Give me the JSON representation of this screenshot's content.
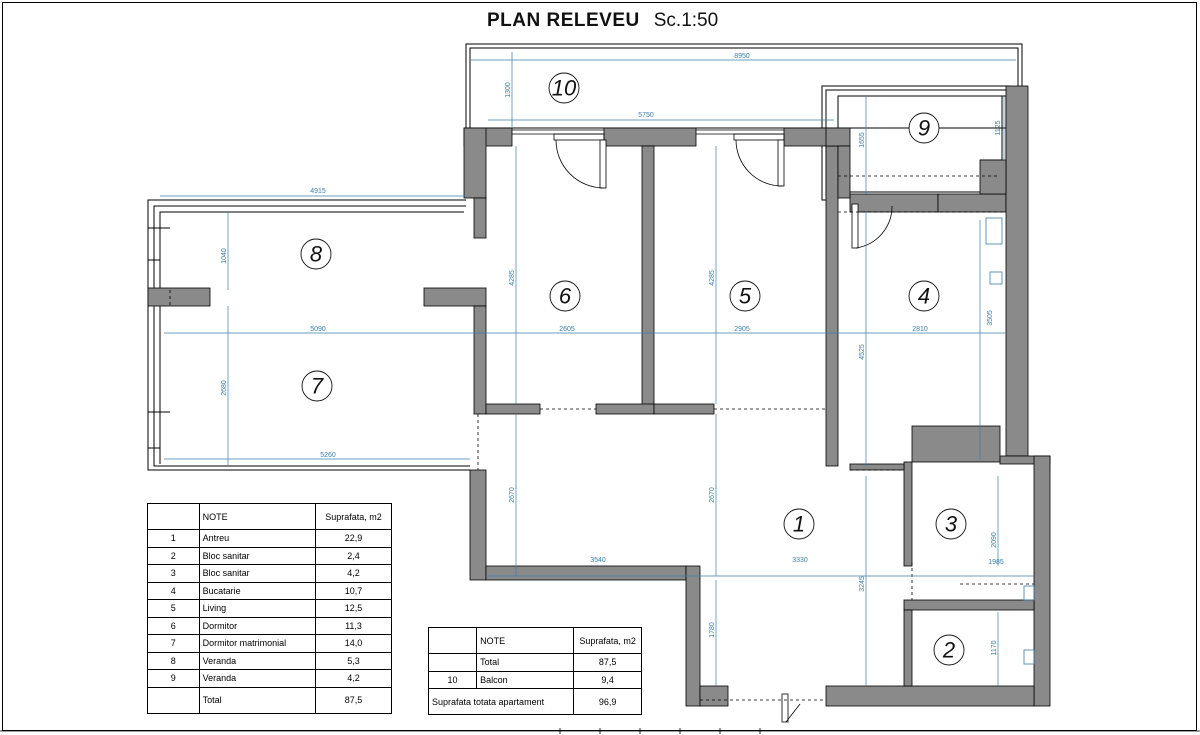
{
  "title": {
    "main": "PLAN RELEVEU",
    "scale": "Sc.1:50"
  },
  "colors": {
    "wall": "#7a7a7a",
    "dimension": "#3a7fa8",
    "line": "#000000"
  },
  "rooms": [
    {
      "number": "1"
    },
    {
      "number": "2"
    },
    {
      "number": "3"
    },
    {
      "number": "4"
    },
    {
      "number": "5"
    },
    {
      "number": "6"
    },
    {
      "number": "7"
    },
    {
      "number": "8"
    },
    {
      "number": "9"
    },
    {
      "number": "10"
    }
  ],
  "dimensions": {
    "d8950": "8950",
    "d1300": "1300",
    "d5750": "5750",
    "d1655": "1655",
    "d1125": "1125",
    "d4915": "4915",
    "d1040": "1040",
    "d4285a": "4285",
    "d4285b": "4285",
    "d4525": "4525",
    "d3505": "3505",
    "d5090": "5090",
    "d2605": "2605",
    "d2905": "2905",
    "d2810": "2810",
    "d2680": "2680",
    "d5260": "5260",
    "d2670a": "2670",
    "d2670b": "2670",
    "d3540": "3540",
    "d3330": "3330",
    "d1985": "1985",
    "d2090": "2090",
    "d3245": "3245",
    "d1780": "1780",
    "d1170": "1170"
  },
  "table1": {
    "header": {
      "col2": "NOTE",
      "col3": "Suprafata, m2"
    },
    "rows": [
      {
        "nr": "1",
        "name": "Antreu",
        "area": "22,9"
      },
      {
        "nr": "2",
        "name": "Bloc sanitar",
        "area": "2,4"
      },
      {
        "nr": "3",
        "name": "Bloc sanitar",
        "area": "4,2"
      },
      {
        "nr": "4",
        "name": "Bucatarie",
        "area": "10,7"
      },
      {
        "nr": "5",
        "name": "Living",
        "area": "12,5"
      },
      {
        "nr": "6",
        "name": "Dormitor",
        "area": "11,3"
      },
      {
        "nr": "7",
        "name": "Dormitor matrimonial",
        "area": "14,0"
      },
      {
        "nr": "8",
        "name": "Veranda",
        "area": "5,3"
      },
      {
        "nr": "9",
        "name": "Veranda",
        "area": "4,2"
      }
    ],
    "total": {
      "label": "Total",
      "area": "87,5"
    }
  },
  "table2": {
    "header": {
      "col2": "NOTE",
      "col3": "Suprafata, m2"
    },
    "rows": [
      {
        "nr": "",
        "name": "Total",
        "area": "87,5"
      },
      {
        "nr": "10",
        "name": "Balcon",
        "area": "9,4"
      }
    ],
    "sum": {
      "label": "Suprafata totata apartament",
      "area": "96,9"
    }
  }
}
